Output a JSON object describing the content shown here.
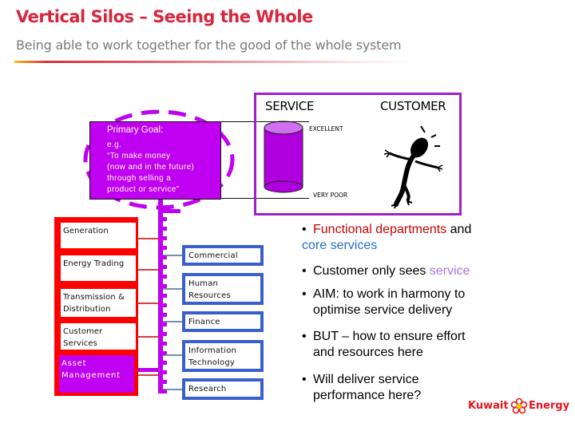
{
  "slide": {
    "title": "Vertical Silos – Seeing the Whole",
    "subtitle": "Being able to work together for the good of the whole system"
  },
  "goal": {
    "title": "Primary Goal:",
    "lines": [
      "e.g.",
      "“To make money",
      "(now and in the future)",
      "through selling a",
      "product or service”"
    ]
  },
  "service_panel": {
    "service_label": "SERVICE",
    "customer_label": "CUSTOMER",
    "scale_top": "EXCELLENT",
    "scale_bottom": "VERY POOR"
  },
  "functional_departments": [
    {
      "label_1": "Generation",
      "label_2": ""
    },
    {
      "label_1": "Energy Trading",
      "label_2": ""
    },
    {
      "label_1": "Transmission &",
      "label_2": "Distribution"
    },
    {
      "label_1": "Customer",
      "label_2": "Services"
    },
    {
      "label_1": "Asset",
      "label_2": "Management"
    }
  ],
  "core_services": [
    {
      "label_1": "Commercial",
      "label_2": ""
    },
    {
      "label_1": "Human",
      "label_2": "Resources"
    },
    {
      "label_1": "Finance",
      "label_2": ""
    },
    {
      "label_1": "Information",
      "label_2": "Technology"
    },
    {
      "label_1": "Research",
      "label_2": ""
    }
  ],
  "bullets": {
    "b1_red": "Functional departments",
    "b1_plain": " and",
    "b1_blue": "core services",
    "b2_plain": "Customer only sees ",
    "b2_purple": "service",
    "b3_l1": "AIM: to work in harmony to",
    "b3_l2": "optimise service delivery",
    "b4_l1": "BUT – how to ensure effort",
    "b4_l2": "and resources here",
    "b5_l1": "Will deliver service",
    "b5_l2": "performance here?",
    "dot": "•"
  },
  "logo": {
    "left": "Kuwait",
    "right": "Energy"
  },
  "colors": {
    "title_red": "#d7263d",
    "magenta": "#c000f0",
    "panel_purple": "#a020c8",
    "dept_red": "#ff0000",
    "service_blue": "#3a5fcd"
  }
}
